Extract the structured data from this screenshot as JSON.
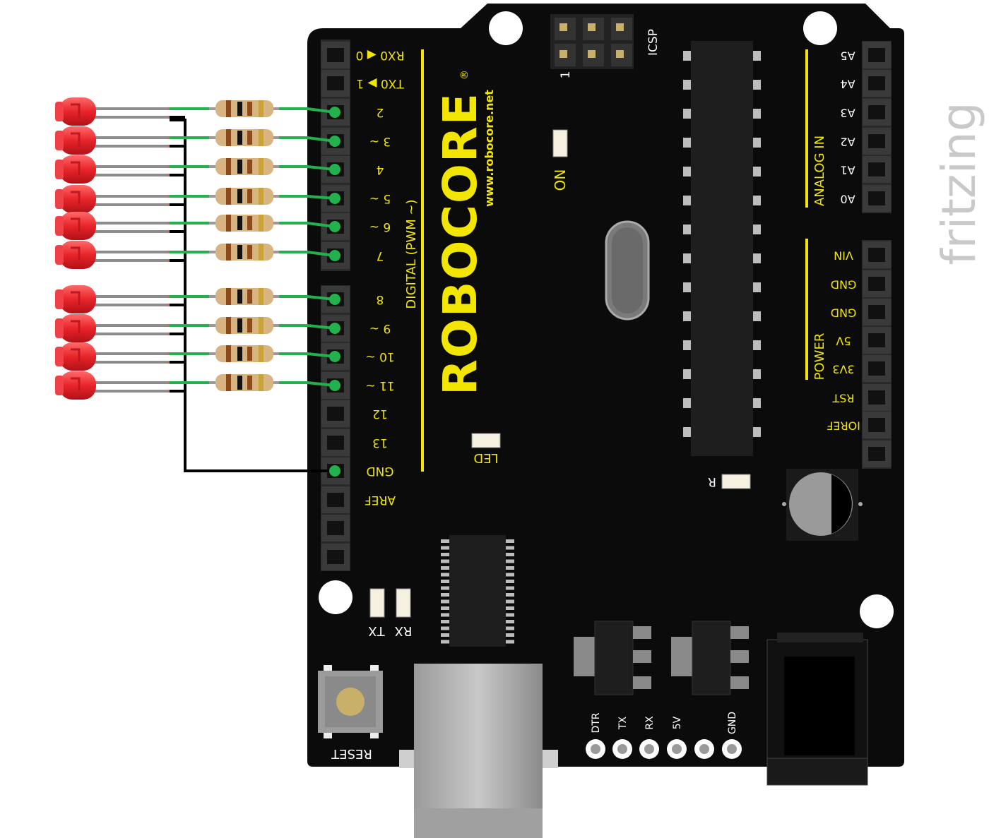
{
  "colors": {
    "board": "#0b0b0b",
    "silk": "#f2e600",
    "wire_signal": "#22b14c",
    "wire_ground": "#000000",
    "led": "#e8242a",
    "resistor": "#d9b483"
  },
  "watermark": "fritzing",
  "board": {
    "brand_main": "ROBOCORE",
    "brand_mark": "®",
    "brand_url": "www.robocore.net",
    "digital_section": "DIGITAL (PWM ~)",
    "analog_section": "ANALOG IN",
    "power_section": "POWER",
    "icsp_label": "ICSP",
    "icsp_pin1": "1",
    "on_label": "ON",
    "led_label": "LED",
    "r_label": "R",
    "tx_label": "TX",
    "rx_label": "RX",
    "reset_label": "RESET",
    "digital_pins": [
      "RX0 ◀ 0",
      "TX0 ▶ 1",
      "2",
      "3 ~",
      "4",
      "5 ~",
      "6 ~",
      "7",
      "8",
      "9 ~",
      "10 ~",
      "11 ~",
      "12",
      "13",
      "GND",
      "AREF"
    ],
    "analog_pins": [
      "A5",
      "A4",
      "A3",
      "A2",
      "A1",
      "A0"
    ],
    "power_pins": [
      "VIN",
      "GND",
      "GND",
      "5V",
      "3V3",
      "RST",
      "IOREF"
    ],
    "serial_pins": [
      "DTR",
      "TX",
      "RX",
      "5V",
      "",
      "GND"
    ]
  },
  "circuit": {
    "led_count": 10,
    "led_to_pin": [
      "2",
      "3",
      "4",
      "5",
      "6",
      "7",
      "8",
      "9",
      "10",
      "11"
    ],
    "ground_pin": "GND"
  }
}
